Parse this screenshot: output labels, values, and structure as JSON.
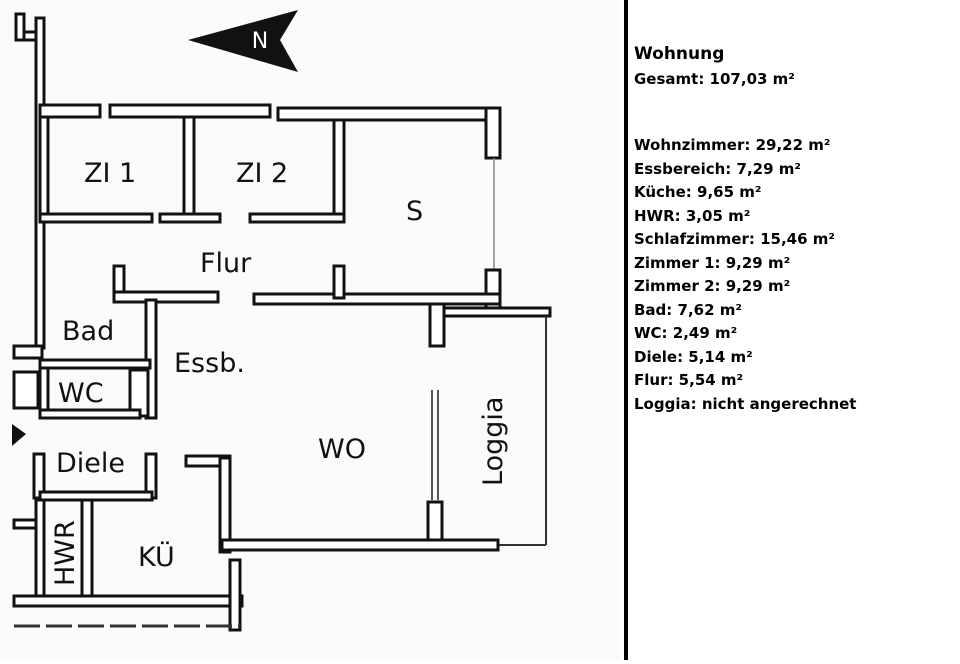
{
  "compass": {
    "label": "N"
  },
  "rooms": [
    {
      "id": "zi1",
      "label": "ZI 1"
    },
    {
      "id": "zi2",
      "label": "ZI 2"
    },
    {
      "id": "s",
      "label": "S"
    },
    {
      "id": "flur",
      "label": "Flur"
    },
    {
      "id": "bad",
      "label": "Bad"
    },
    {
      "id": "essb",
      "label": "Essb."
    },
    {
      "id": "wc",
      "label": "WC"
    },
    {
      "id": "wo",
      "label": "WO"
    },
    {
      "id": "diele",
      "label": "Diele"
    },
    {
      "id": "loggia",
      "label": "Loggia"
    },
    {
      "id": "hwr",
      "label": "HWR"
    },
    {
      "id": "kue",
      "label": "KÜ"
    }
  ],
  "info": {
    "title": "Wohnung",
    "total": "Gesamt: 107,03 m²",
    "areas": [
      "Wohnzimmer: 29,22 m²",
      "Essbereich: 7,29 m²",
      "Küche: 9,65 m²",
      "HWR: 3,05 m²",
      "Schlafzimmer: 15,46 m²",
      "Zimmer 1: 9,29 m²",
      "Zimmer 2: 9,29 m²",
      "Bad: 7,62 m²",
      "WC: 2,49 m²",
      "Diele: 5,14 m²",
      "Flur: 5,54 m²",
      "Loggia: nicht angerechnet"
    ]
  }
}
